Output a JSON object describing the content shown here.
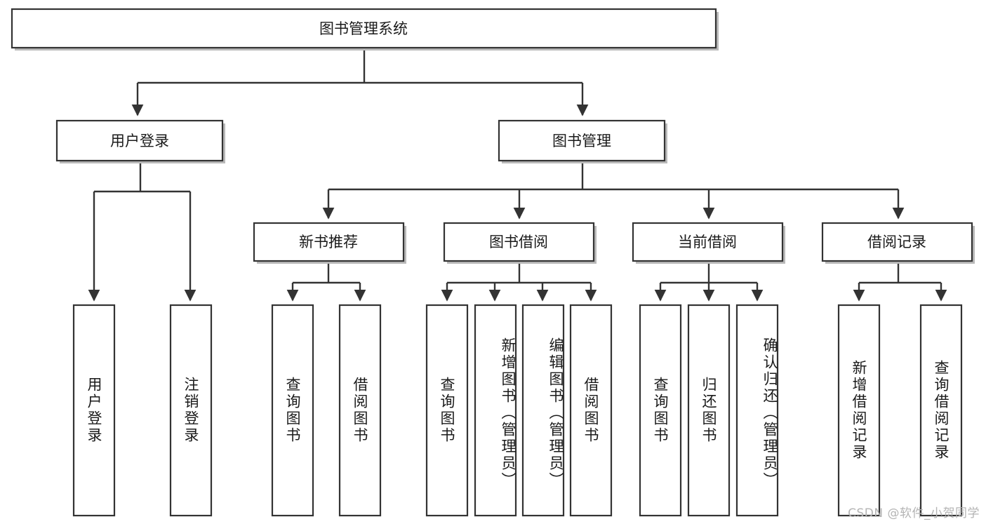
{
  "diagram": {
    "type": "tree",
    "title_node": {
      "label": "图书管理系统"
    },
    "level2": [
      {
        "id": "user-login",
        "label": "用户登录"
      },
      {
        "id": "book-mgmt",
        "label": "图书管理"
      }
    ],
    "level3": [
      {
        "id": "new-book-rec",
        "label": "新书推荐",
        "parent": "book-mgmt"
      },
      {
        "id": "book-borrow",
        "label": "图书借阅",
        "parent": "book-mgmt"
      },
      {
        "id": "current-borrow",
        "label": "当前借阅",
        "parent": "book-mgmt"
      },
      {
        "id": "borrow-record",
        "label": "借阅记录",
        "parent": "book-mgmt"
      }
    ],
    "leaves": [
      {
        "id": "leaf-user-login",
        "label": "用户登录",
        "parent": "user-login"
      },
      {
        "id": "leaf-logout-login",
        "label": "注销登录",
        "parent": "user-login"
      },
      {
        "id": "leaf-query-book-1",
        "label": "查询图书",
        "parent": "new-book-rec"
      },
      {
        "id": "leaf-borrow-book-1",
        "label": "借阅图书",
        "parent": "new-book-rec"
      },
      {
        "id": "leaf-query-book-2",
        "label": "查询图书",
        "parent": "book-borrow"
      },
      {
        "id": "leaf-add-book",
        "label": "新增图书（管理员）",
        "parent": "book-borrow"
      },
      {
        "id": "leaf-edit-book",
        "label": "编辑图书（管理员）",
        "parent": "book-borrow"
      },
      {
        "id": "leaf-borrow-book-2",
        "label": "借阅图书",
        "parent": "book-borrow"
      },
      {
        "id": "leaf-query-book-3",
        "label": "查询图书",
        "parent": "current-borrow"
      },
      {
        "id": "leaf-return-book",
        "label": "归还图书",
        "parent": "current-borrow"
      },
      {
        "id": "leaf-confirm-return",
        "label": "确认归还（管理员）",
        "parent": "current-borrow"
      },
      {
        "id": "leaf-add-record",
        "label": "新增借阅记录",
        "parent": "borrow-record"
      },
      {
        "id": "leaf-query-record",
        "label": "查询借阅记录",
        "parent": "borrow-record"
      }
    ]
  },
  "watermark": {
    "text": "CSDN @软件_小贺同学"
  },
  "colors": {
    "box_stroke": "#333333",
    "box_fill": "#ffffff",
    "text": "#1a1a1a",
    "shadow": "#b9b9b9",
    "watermark": "#b4b4b4"
  }
}
